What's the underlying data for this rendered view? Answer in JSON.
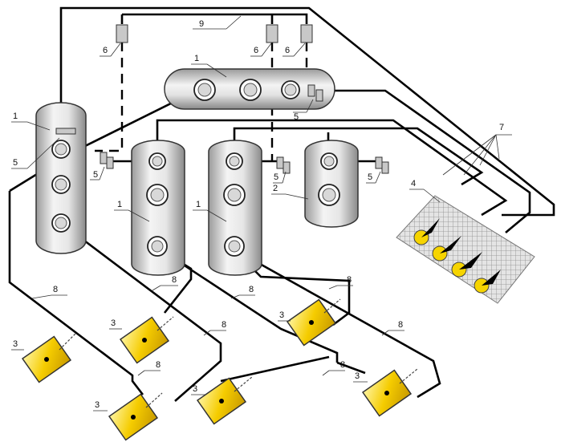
{
  "labels": {
    "vessel": "1",
    "separator": "2",
    "well": "3",
    "field": "4",
    "valve": "5",
    "gauge": "6",
    "injector": "7",
    "flowline": "8",
    "header": "9"
  },
  "colors": {
    "pipe": "#000000",
    "vessel_light": "#f2f2f2",
    "vessel_dark": "#8e8e8e",
    "well_fill": "#f0c400",
    "field_grid": "#8c8c8c",
    "injector_dot": "#f6d400"
  }
}
